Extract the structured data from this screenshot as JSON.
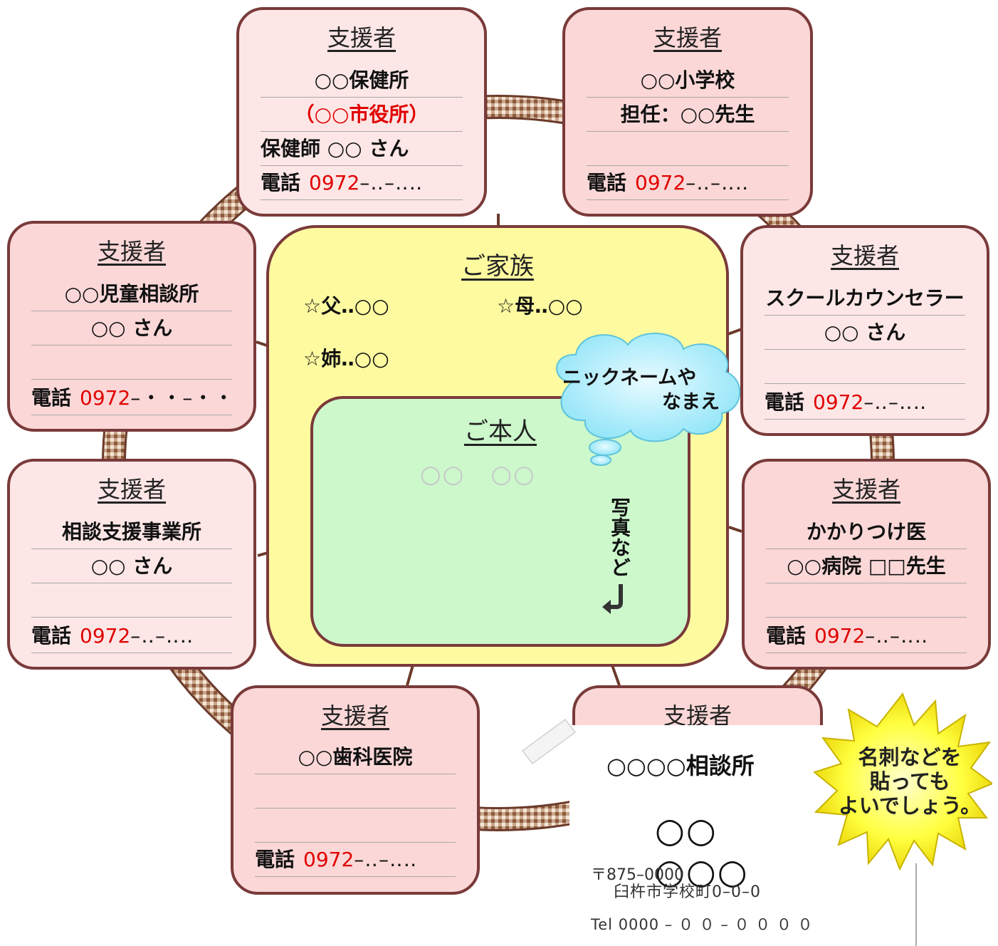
{
  "family": {
    "title": "ご家族",
    "members": [
      "☆父‥○○",
      "☆母‥○○",
      "☆姉‥○○"
    ]
  },
  "self": {
    "title": "ご本人",
    "name": "○○　○○",
    "photo_note": "写真など"
  },
  "nickname_cloud": {
    "line1": "ニックネームや",
    "line2": "なまえ"
  },
  "supporters": [
    {
      "title": "支援者",
      "lines": [
        "○○保健所",
        "（○○市役所）",
        "保健師 ○○ さん"
      ],
      "phone_label": "電話",
      "phone": "0972",
      "phone_rest": "–‥–‥‥"
    },
    {
      "title": "支援者",
      "lines": [
        "○○小学校",
        "担任：○○先生",
        ""
      ],
      "phone_label": "電話",
      "phone": "0972",
      "phone_rest": "–‥–‥‥"
    },
    {
      "title": "支援者",
      "lines": [
        "○○児童相談所",
        "○○ さん",
        ""
      ],
      "phone_label": "電話",
      "phone": "0972",
      "phone_rest": "–・・–・・"
    },
    {
      "title": "支援者",
      "lines": [
        "スクールカウンセラー",
        "○○ さん",
        ""
      ],
      "phone_label": "電話",
      "phone": "0972",
      "phone_rest": "–‥–‥‥"
    },
    {
      "title": "支援者",
      "lines": [
        "相談支援事業所",
        "○○ さん",
        ""
      ],
      "phone_label": "電話",
      "phone": "0972",
      "phone_rest": "–‥–‥‥"
    },
    {
      "title": "支援者",
      "lines": [
        "かかりつけ医",
        "○○病院 □□先生",
        ""
      ],
      "phone_label": "電話",
      "phone": "0972",
      "phone_rest": "–‥–‥‥"
    },
    {
      "title": "支援者",
      "lines": [
        "○○歯科医院",
        "",
        ""
      ],
      "phone_label": "電話",
      "phone": "0972",
      "phone_rest": "–‥–‥‥"
    },
    {
      "title": "支援者"
    }
  ],
  "business_card": {
    "org": "○○○○相談所",
    "name": "○○　○○○",
    "zip": "〒875–0000",
    "address": "臼杵市学校町0–0–0",
    "tel": "Tel 0000 – ０ ０ – ０ ０ ０ ０"
  },
  "burst_note": {
    "line1": "名刺などを",
    "line2": "貼っても",
    "line3": "よいでしょう。"
  },
  "colors": {
    "card_pink": "#fbd7d7",
    "card_border": "#7a3a3a",
    "family_yellow": "#fefaa0",
    "self_green": "#ccf8cc",
    "cloud_blue": "#b8f0ff",
    "burst_yellow": "#ffff40",
    "phone_red": "#e00000"
  }
}
